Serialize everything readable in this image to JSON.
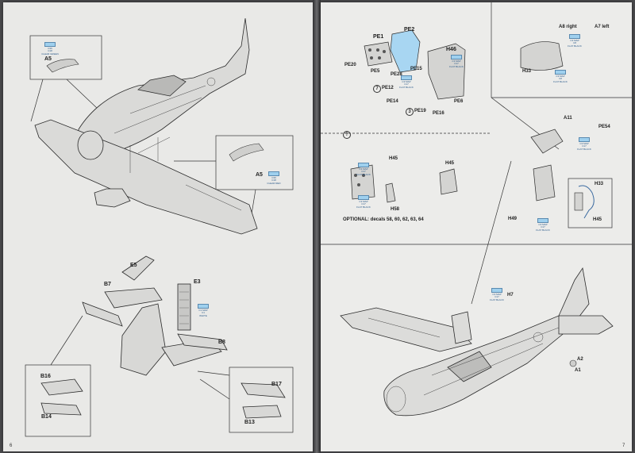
{
  "left_page": {
    "page_number": "6",
    "labels": {
      "a5_top": "A5",
      "a5_right": "A5",
      "e5": "E5",
      "b7": "B7",
      "e3": "E3",
      "b8": "B8",
      "b16": "B16",
      "b14": "B14",
      "b17": "B17",
      "b13": "B13"
    },
    "paint_callouts": {
      "a5_top": [
        "C36",
        "C18",
        "CLEAR GREEN"
      ],
      "a5_right": [
        "C36",
        "C18",
        "CLEAR RED"
      ],
      "e3": [
        "C1 MAP",
        "C1",
        "WHITE"
      ]
    }
  },
  "right_page": {
    "page_number": "7",
    "labels": {
      "pe1": "PE1",
      "pe2": "PE2",
      "h46": "H46",
      "pe20": "PE20",
      "pe5": "PE5",
      "pe28": "PE28",
      "pe15": "PE15",
      "pe12": "PE12",
      "pe14": "PE14",
      "pe19": "PE19",
      "pe16": "PE16",
      "pe6": "PE6",
      "a8_a7": "A8 right",
      "a7_left": "A7 left",
      "h33_top": "H33",
      "a11": "A11",
      "pe54": "PE54",
      "h45_a": "H45",
      "h45_b": "H45",
      "h58": "H58",
      "h49": "H49",
      "h33_box": "H33",
      "h45_box": "H45",
      "h7": "H7",
      "a2": "A2",
      "a1": "A1"
    },
    "step_numbers": {
      "pe12": "7",
      "pe19": "3",
      "optional": "?"
    },
    "optional_note": "OPTIONAL: decals 58, 60, 62, 63, 64",
    "paint_callouts": {
      "h46": [
        "C3 MAP",
        "C17",
        "FLAT BLACK"
      ],
      "pe28": [
        "C3 MAP",
        "C17",
        "FLAT BLACK"
      ],
      "a8": [
        "C3 MAP",
        "C8",
        "FLAT BLACK"
      ],
      "h33_top": [
        "C3 MAP",
        "C8",
        "FLAT BLACK"
      ],
      "a11": [
        "C3 MAP",
        "C17",
        "FLAT BLACK"
      ],
      "h45_a": [
        "C3 MAP",
        "C17",
        "FLAT BLACK"
      ],
      "h45_b": [
        "C3 MAP",
        "C17",
        "FLAT BLACK"
      ],
      "h49": [
        "C3 MAP",
        "C17",
        "FLAT BLACK"
      ],
      "h7": [
        "C3 MAP",
        "C17",
        "FLAT BLACK"
      ]
    }
  }
}
